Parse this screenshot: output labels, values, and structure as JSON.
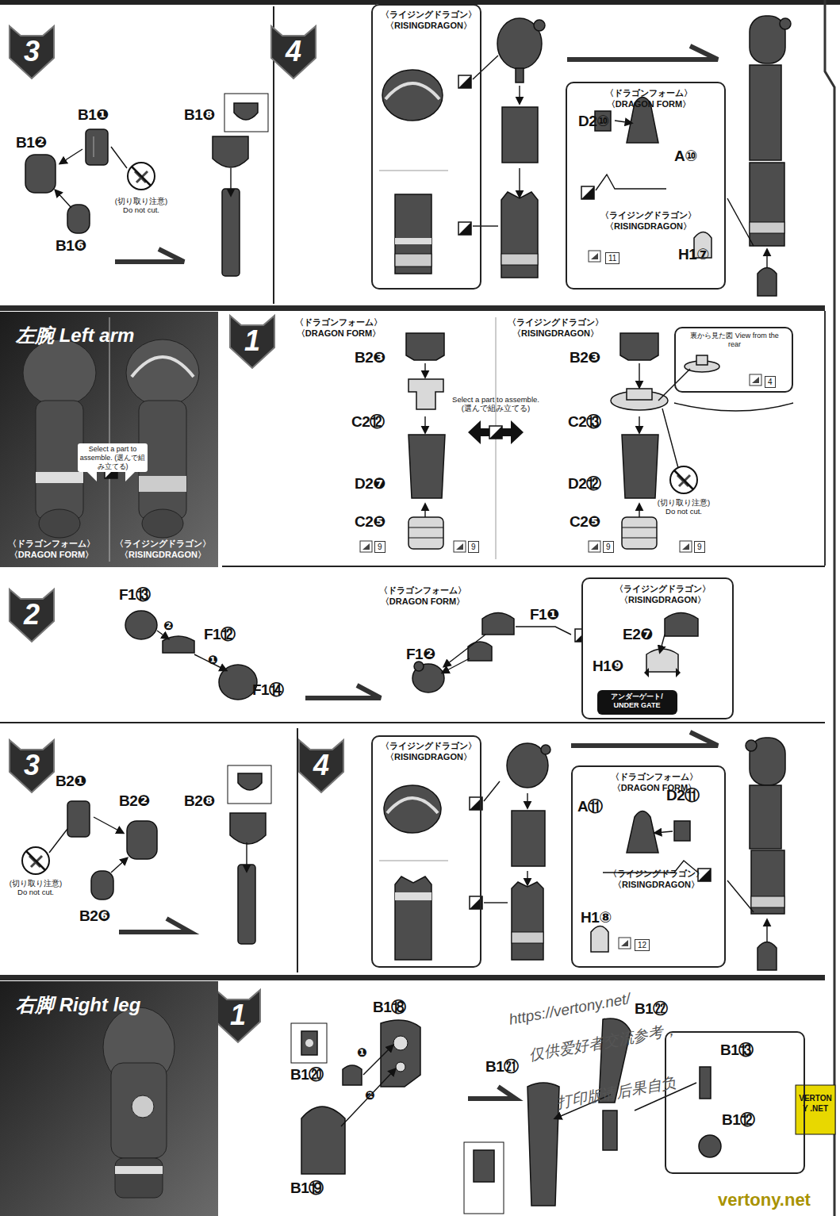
{
  "diagram": {
    "nodes": [
      {
        "text": [
          "〈ライジングドラゴン〉 〈RISINGDRAGON〉"
        ]
      },
      {
        "text": [
          "〈ドラゴンフォーム〉 〈DRAGON FORM〉",
          "D2⑩",
          "A⑩",
          "〈ライジングドラゴン〉 〈RISINGDRAGON〉",
          "11",
          "H1⑦"
        ]
      },
      {
        "text": [
          "左腕 Left arm",
          "Select a part to assemble. (選んで組み立てる)",
          "〈ドラゴンフォーム〉 〈DRAGON FORM〉",
          "〈ライジングドラゴン〉 〈RISINGDRAGON〉"
        ]
      },
      {
        "text": [
          "裏から見た図 View from the rear",
          "4"
        ]
      },
      {
        "text": [
          "〈ライジングドラゴン〉 〈RISINGDRAGON〉",
          "E2❼",
          "H1❾"
        ]
      },
      {
        "text": [
          "アンダーゲート/ UNDER GATE"
        ],
        "in": 4
      },
      {
        "text": [
          "〈ライジングドラゴン〉 〈RISINGDRAGON〉"
        ]
      },
      {
        "text": [
          "〈ドラゴンフォーム〉 〈DRAGON FORM〉",
          "A⑪",
          "D2⑪",
          "〈ライジングドラゴン〉 〈RISINGDRAGON〉",
          "H1⑧",
          "12"
        ]
      },
      {
        "text": [
          "右脚 Right leg"
        ]
      },
      {
        "text": [
          "B1⑬",
          "B1⑫"
        ]
      }
    ],
    "labels": [
      "3",
      "B1❶",
      "B1❷",
      "B1❻",
      "(切り取り注意) Do not cut.",
      "B1❽",
      "4",
      "1",
      "〈ドラゴンフォーム〉 〈DRAGON FORM〉",
      "B2❸",
      "C2⑫",
      "D2❼",
      "C2❺",
      "9",
      "9",
      "Select a part to assemble. (選んで組み立てる)",
      "〈ライジングドラゴン〉 〈RISINGDRAGON〉",
      "B2❸",
      "C2⑬",
      "D2⑫",
      "C2❺",
      "9",
      "9",
      "(切り取り注意) Do not cut.",
      "2",
      "F1⑬",
      "❷",
      "F1⑫",
      "❶",
      "F1⑭",
      "〈ドラゴンフォーム〉 〈DRAGON FORM〉",
      "F1❶",
      "F1❷",
      "3",
      "B2❶",
      "B2❷",
      "B2❽",
      "(切り取り注意) Do not cut.",
      "B2❻",
      "4",
      "1",
      "B1⑱",
      "B1⑳",
      "❶",
      "❷",
      "B1⑲",
      "B1㉒",
      "B1㉑",
      "https://vertony.net/",
      "仅供爱好者交流参考，",
      "打印版请后果自负",
      "VERTONY .NET",
      "vertony.net"
    ]
  }
}
